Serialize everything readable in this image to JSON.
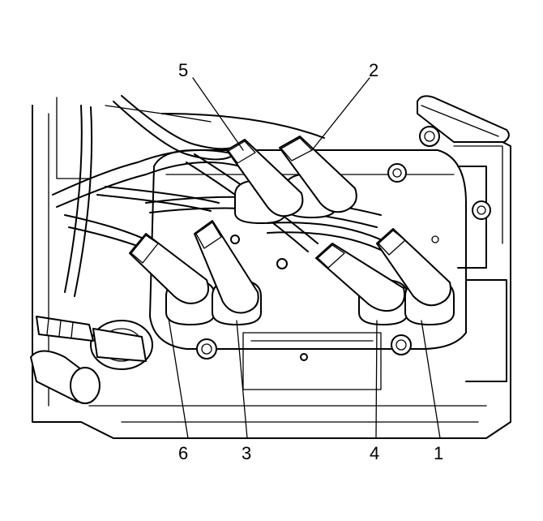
{
  "callouts": {
    "c5": "5",
    "c2": "2",
    "c6": "6",
    "c3": "3",
    "c4": "4",
    "c1": "1"
  }
}
